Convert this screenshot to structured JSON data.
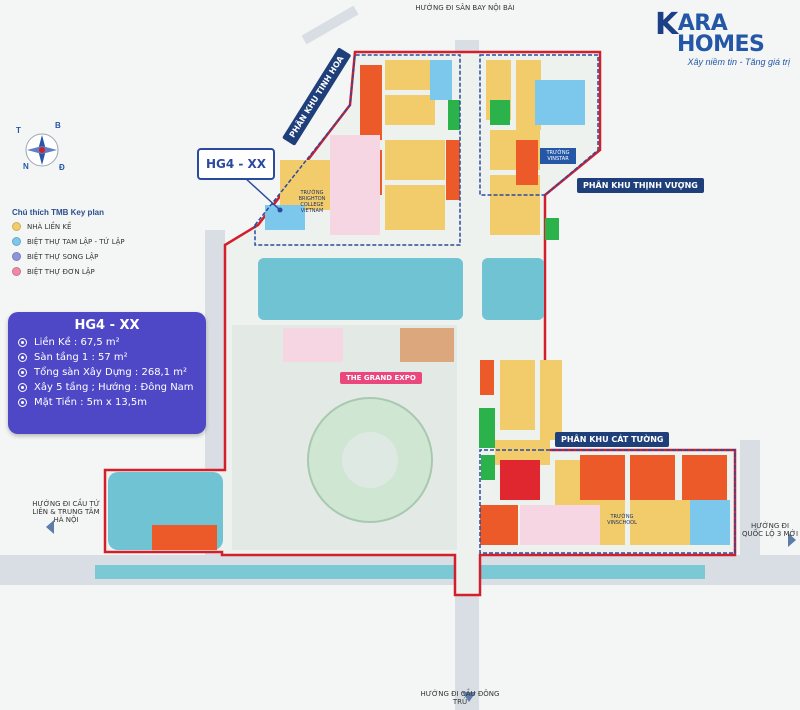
{
  "brand": {
    "letter": "K",
    "name_rest": "ARA",
    "name_line2": "HOMES",
    "tagline": "Xây niềm tin - Tăng giá trị"
  },
  "directions": {
    "north": "HƯỚNG ĐI SÂN BAY NỘI BÀI",
    "west": "HƯỚNG ĐI CẦU TỨ LIÊN & TRUNG TÂM HÀ NỘI",
    "east": "HƯỚNG ĐI QUỐC LỘ 3 MỚI",
    "south": "HƯỚNG ĐI CẦU ĐÔNG TRÙ"
  },
  "compass": {
    "n": "B",
    "s": "N",
    "e": "Đ",
    "w": "T"
  },
  "zones": {
    "tinh_hoa": "PHÂN KHU TINH HOA",
    "thinh_vuong": "PHÂN KHU THỊNH VƯỢNG",
    "cat_tuong": "PHÂN KHU CÁT TƯỜNG",
    "grand_expo": "THE GRAND EXPO"
  },
  "plot_tag": "HG4 - XX",
  "legend": {
    "title": "Chú thích TMB Key plan",
    "items": [
      {
        "label": "NHÀ LIỀN KỀ",
        "color": "#f2cc6b"
      },
      {
        "label": "BIỆT THỰ TAM LẬP - TỨ LẬP",
        "color": "#7cc7ec"
      },
      {
        "label": "BIỆT THỰ SONG LẬP",
        "color": "#8f95d8"
      },
      {
        "label": "BIỆT THỰ ĐƠN LẬP",
        "color": "#f08aa4"
      }
    ]
  },
  "info_card": {
    "title": "HG4 - XX",
    "rows": [
      "Liền Kề : 67,5 m²",
      "Sàn tầng 1 : 57 m²",
      "Tổng sàn Xây Dựng : 268,1 m²",
      "Xây 5 tầng ; Hướng : Đông Nam",
      "Mặt Tiền : 5m x 13,5m"
    ]
  },
  "schools": {
    "vinstar": "TRƯỜNG VINSTAR",
    "brighton": "TRƯỜNG BRIGHTON COLLEGE VIETNAM",
    "vinschool": "TRƯỜNG VINSCHOOL"
  },
  "colors": {
    "road": "#d9dee4",
    "lake": "#6fc3d3",
    "boundary": "#d21f2b",
    "lienke": "#f2cc6b",
    "orange": "#ec5a2a",
    "green": "#2bb24a",
    "pink_area": "#f7e1ea",
    "blue_zone": "#1f3f7a"
  }
}
